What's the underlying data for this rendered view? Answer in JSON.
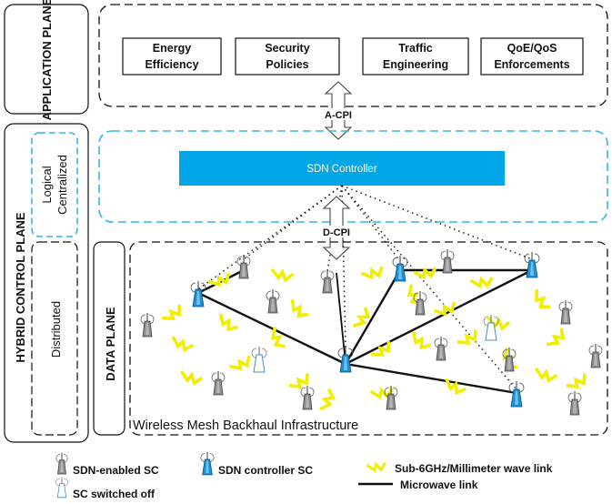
{
  "application_plane": {
    "title": "APPLICATION PLANE",
    "apps": [
      {
        "line1": "Energy",
        "line2": "Efficiency"
      },
      {
        "line1": "Security",
        "line2": "Policies"
      },
      {
        "line1": "Traffic",
        "line2": "Engineering"
      },
      {
        "line1": "QoE/QoS",
        "line2": "Enforcements"
      }
    ]
  },
  "control_plane": {
    "title": "HYBRID CONTROL PLANE",
    "logical_line1": "Logical",
    "logical_line2": "Centralized",
    "distributed_label": "Distributed",
    "controller_label": "SDN Controller"
  },
  "interfaces": {
    "a_cpi": "A-CPI",
    "d_cpi": "D-CPI"
  },
  "data_plane": {
    "title": "DATA PLANE",
    "infrastructure_label": "Wireless Mesh Backhaul Infrastructure"
  },
  "legend": {
    "sdn_enabled_sc": "SDN-enabled SC",
    "sdn_controller_sc": "SDN controller SC",
    "wave_link": "Sub-6GHz/Millimeter wave  link",
    "sc_switched_off": "SC switched off",
    "microwave_link": "Microwave link"
  },
  "colors": {
    "controller_blue": "#00a6e6",
    "controller_dash": "#33b6e8",
    "lightning": "#f2ee00",
    "tower_grey": "#8a8a8a",
    "tower_blue": "#1e90d6"
  }
}
